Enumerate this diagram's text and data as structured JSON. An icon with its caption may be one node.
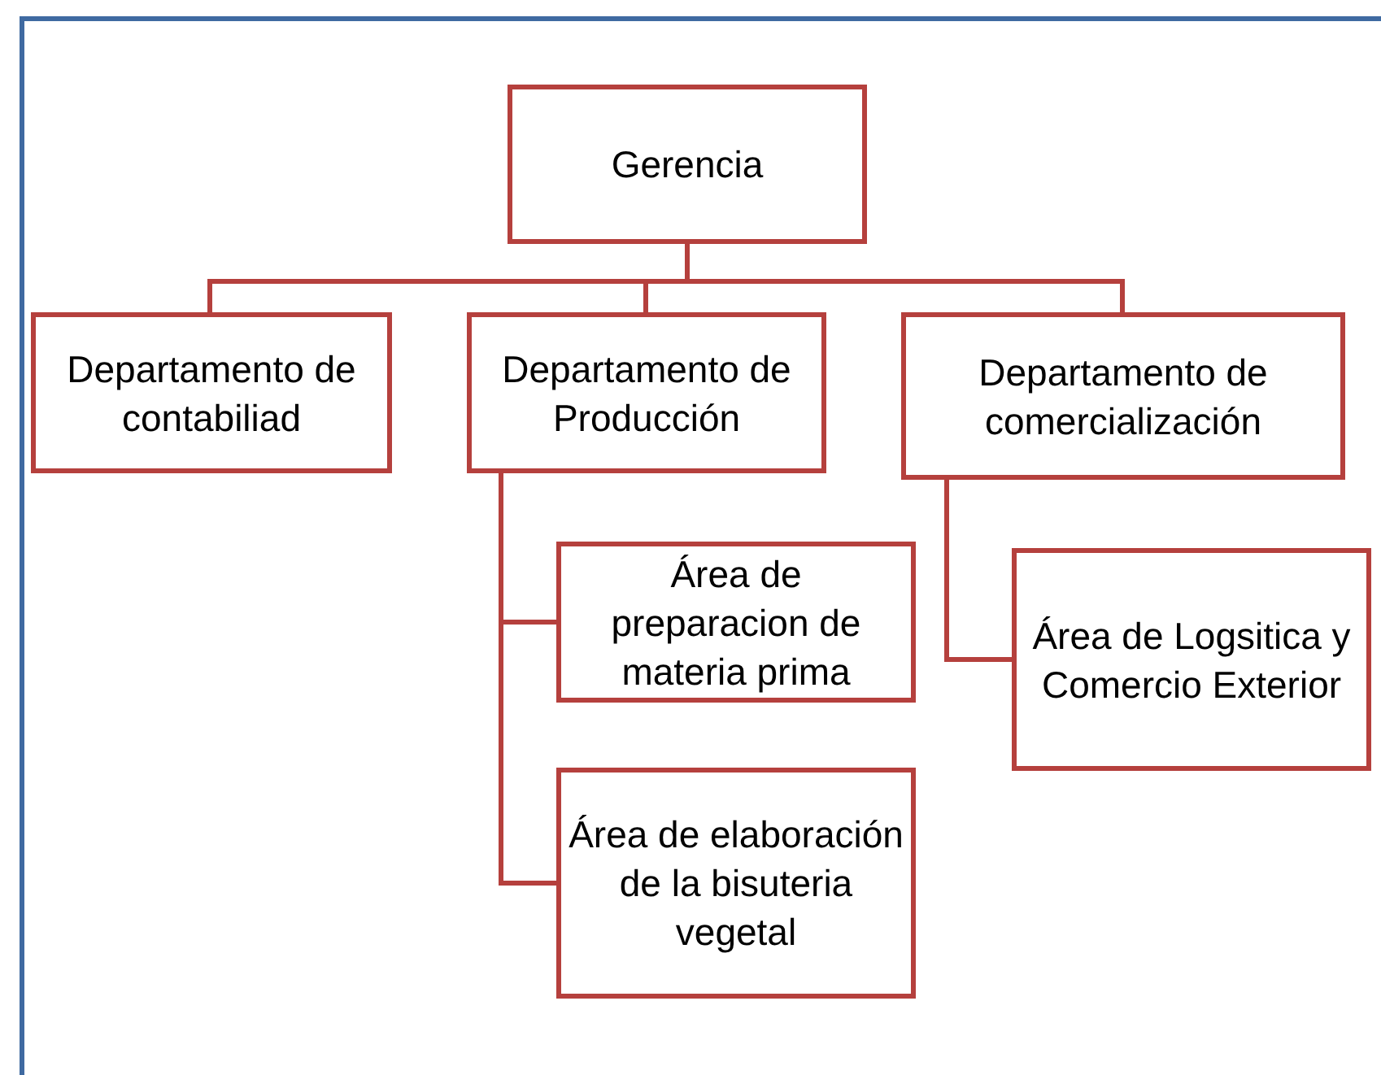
{
  "diagram": {
    "nodes": [
      {
        "text": [
          "Gerencia"
        ]
      },
      {
        "text": [
          "Departamento de contabiliad"
        ]
      },
      {
        "text": [
          "Departamento de Producción"
        ]
      },
      {
        "text": [
          "Departamento de comercialización"
        ]
      },
      {
        "text": [
          "Área de preparacion de materia prima"
        ]
      },
      {
        "text": [
          "Área de elaboración de la bisuteria vegetal"
        ]
      },
      {
        "text": [
          "Área de Logsitica y Comercio Exterior"
        ]
      }
    ],
    "edges": [
      {
        "from": 0,
        "to": 1,
        "arrow": "none"
      },
      {
        "from": 0,
        "to": 2,
        "arrow": "none"
      },
      {
        "from": 0,
        "to": 3,
        "arrow": "none"
      },
      {
        "from": 2,
        "to": 4,
        "arrow": "none"
      },
      {
        "from": 2,
        "to": 5,
        "arrow": "none"
      },
      {
        "from": 3,
        "to": 6,
        "arrow": "none"
      }
    ]
  }
}
